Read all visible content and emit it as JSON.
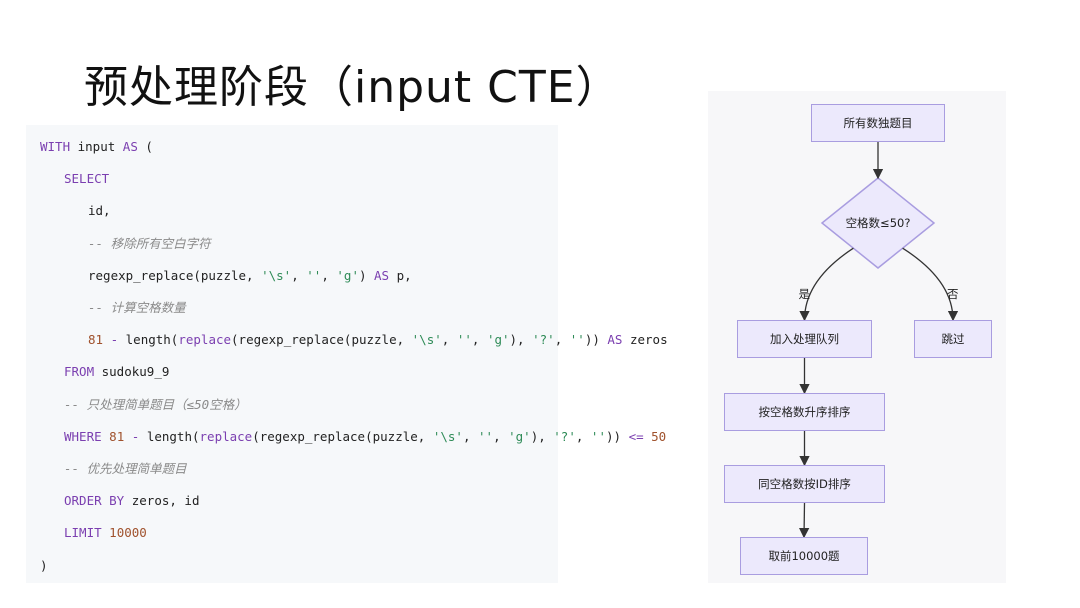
{
  "slide": {
    "title": "预处理阶段（input CTE）"
  },
  "code": {
    "lines": [
      {
        "indent": 0,
        "tokens": [
          {
            "t": "kw",
            "v": "WITH"
          },
          {
            "t": "tx",
            "v": " input "
          },
          {
            "t": "kw",
            "v": "AS"
          },
          {
            "t": "tx",
            "v": " ("
          }
        ]
      },
      {
        "indent": 1,
        "tokens": [
          {
            "t": "kw",
            "v": "SELECT"
          }
        ]
      },
      {
        "indent": 2,
        "tokens": [
          {
            "t": "tx",
            "v": "id,"
          }
        ]
      },
      {
        "indent": 2,
        "tokens": [
          {
            "t": "cm",
            "v": "-- 移除所有空白字符"
          }
        ]
      },
      {
        "indent": 2,
        "tokens": [
          {
            "t": "tx",
            "v": "regexp_replace(puzzle, "
          },
          {
            "t": "str",
            "v": "'\\s'"
          },
          {
            "t": "tx",
            "v": ", "
          },
          {
            "t": "str",
            "v": "''"
          },
          {
            "t": "tx",
            "v": ", "
          },
          {
            "t": "str",
            "v": "'g'"
          },
          {
            "t": "tx",
            "v": ") "
          },
          {
            "t": "kw",
            "v": "AS"
          },
          {
            "t": "tx",
            "v": " p,"
          }
        ]
      },
      {
        "indent": 2,
        "tokens": [
          {
            "t": "cm",
            "v": "-- 计算空格数量"
          }
        ]
      },
      {
        "indent": 2,
        "tokens": [
          {
            "t": "num",
            "v": "81"
          },
          {
            "t": "tx",
            "v": " "
          },
          {
            "t": "op",
            "v": "-"
          },
          {
            "t": "tx",
            "v": " length("
          },
          {
            "t": "fn",
            "v": "replace"
          },
          {
            "t": "tx",
            "v": "(regexp_replace(puzzle, "
          },
          {
            "t": "str",
            "v": "'\\s'"
          },
          {
            "t": "tx",
            "v": ", "
          },
          {
            "t": "str",
            "v": "''"
          },
          {
            "t": "tx",
            "v": ", "
          },
          {
            "t": "str",
            "v": "'g'"
          },
          {
            "t": "tx",
            "v": "), "
          },
          {
            "t": "str",
            "v": "'?'"
          },
          {
            "t": "tx",
            "v": ", "
          },
          {
            "t": "str",
            "v": "''"
          },
          {
            "t": "tx",
            "v": ")) "
          },
          {
            "t": "kw",
            "v": "AS"
          },
          {
            "t": "tx",
            "v": " zeros"
          }
        ]
      },
      {
        "indent": 1,
        "tokens": [
          {
            "t": "kw",
            "v": "FROM"
          },
          {
            "t": "tx",
            "v": " sudoku9_9"
          }
        ]
      },
      {
        "indent": 1,
        "tokens": [
          {
            "t": "cm",
            "v": "-- 只处理简单题目（≤50空格）"
          }
        ]
      },
      {
        "indent": 1,
        "tokens": [
          {
            "t": "kw",
            "v": "WHERE"
          },
          {
            "t": "tx",
            "v": " "
          },
          {
            "t": "num",
            "v": "81"
          },
          {
            "t": "tx",
            "v": " "
          },
          {
            "t": "op",
            "v": "-"
          },
          {
            "t": "tx",
            "v": " length("
          },
          {
            "t": "fn",
            "v": "replace"
          },
          {
            "t": "tx",
            "v": "(regexp_replace(puzzle, "
          },
          {
            "t": "str",
            "v": "'\\s'"
          },
          {
            "t": "tx",
            "v": ", "
          },
          {
            "t": "str",
            "v": "''"
          },
          {
            "t": "tx",
            "v": ", "
          },
          {
            "t": "str",
            "v": "'g'"
          },
          {
            "t": "tx",
            "v": "), "
          },
          {
            "t": "str",
            "v": "'?'"
          },
          {
            "t": "tx",
            "v": ", "
          },
          {
            "t": "str",
            "v": "''"
          },
          {
            "t": "tx",
            "v": ")) "
          },
          {
            "t": "op",
            "v": "<="
          },
          {
            "t": "tx",
            "v": " "
          },
          {
            "t": "num",
            "v": "50"
          }
        ]
      },
      {
        "indent": 1,
        "tokens": [
          {
            "t": "cm",
            "v": "-- 优先处理简单题目"
          }
        ]
      },
      {
        "indent": 1,
        "tokens": [
          {
            "t": "kw",
            "v": "ORDER BY"
          },
          {
            "t": "tx",
            "v": " zeros, id"
          }
        ]
      },
      {
        "indent": 1,
        "tokens": [
          {
            "t": "kw",
            "v": "LIMIT"
          },
          {
            "t": "tx",
            "v": " "
          },
          {
            "t": "num",
            "v": "10000"
          }
        ]
      },
      {
        "indent": 0,
        "tokens": [
          {
            "t": "tx",
            "v": ")"
          }
        ]
      }
    ]
  },
  "flowchart": {
    "nodes": [
      {
        "id": "all",
        "label": "所有数独题目",
        "shape": "rect"
      },
      {
        "id": "check",
        "label": "空格数≤50?",
        "shape": "diamond"
      },
      {
        "id": "queue",
        "label": "加入处理队列",
        "shape": "rect"
      },
      {
        "id": "skip",
        "label": "跳过",
        "shape": "rect"
      },
      {
        "id": "sort_zeros",
        "label": "按空格数升序排序",
        "shape": "rect"
      },
      {
        "id": "sort_id",
        "label": "同空格数按ID排序",
        "shape": "rect"
      },
      {
        "id": "limit",
        "label": "取前10000题",
        "shape": "rect"
      }
    ],
    "edges": [
      {
        "from": "all",
        "to": "check",
        "label": ""
      },
      {
        "from": "check",
        "to": "queue",
        "label": "是"
      },
      {
        "from": "check",
        "to": "skip",
        "label": "否"
      },
      {
        "from": "queue",
        "to": "sort_zeros",
        "label": ""
      },
      {
        "from": "sort_zeros",
        "to": "sort_id",
        "label": ""
      },
      {
        "from": "sort_id",
        "to": "limit",
        "label": ""
      }
    ]
  },
  "colors": {
    "node_fill": "#ece9fc",
    "node_border": "#a99de0",
    "edge": "#333333",
    "keyword": "#7b3fb0",
    "string": "#2e8b57",
    "number": "#a0522d",
    "comment": "#8a8a8a"
  }
}
